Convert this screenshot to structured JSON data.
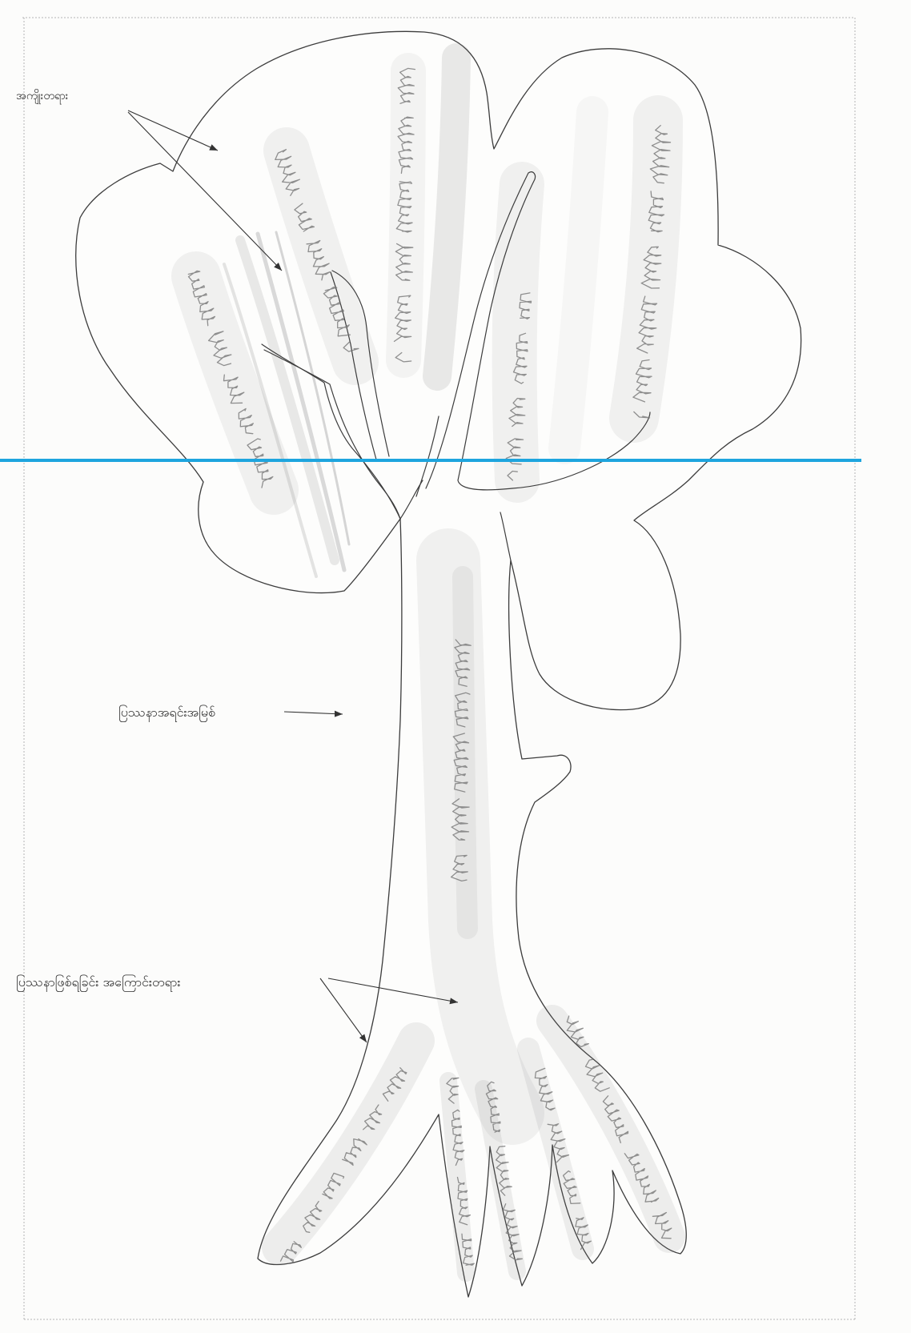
{
  "labels": {
    "effects": "အကျိုးတရား",
    "core_problem": "ပြဿနာအရင်းအမြစ်",
    "causes": "ပြဿနာဖြစ်ရခြင်း အကြောင်းတရား"
  },
  "colors": {
    "paper": "#fcfcfb",
    "ink": "#2b2b2b",
    "outline": "#3c3c3c",
    "pencil": "#7c7c7c",
    "marker_line": "#1ea5de"
  }
}
